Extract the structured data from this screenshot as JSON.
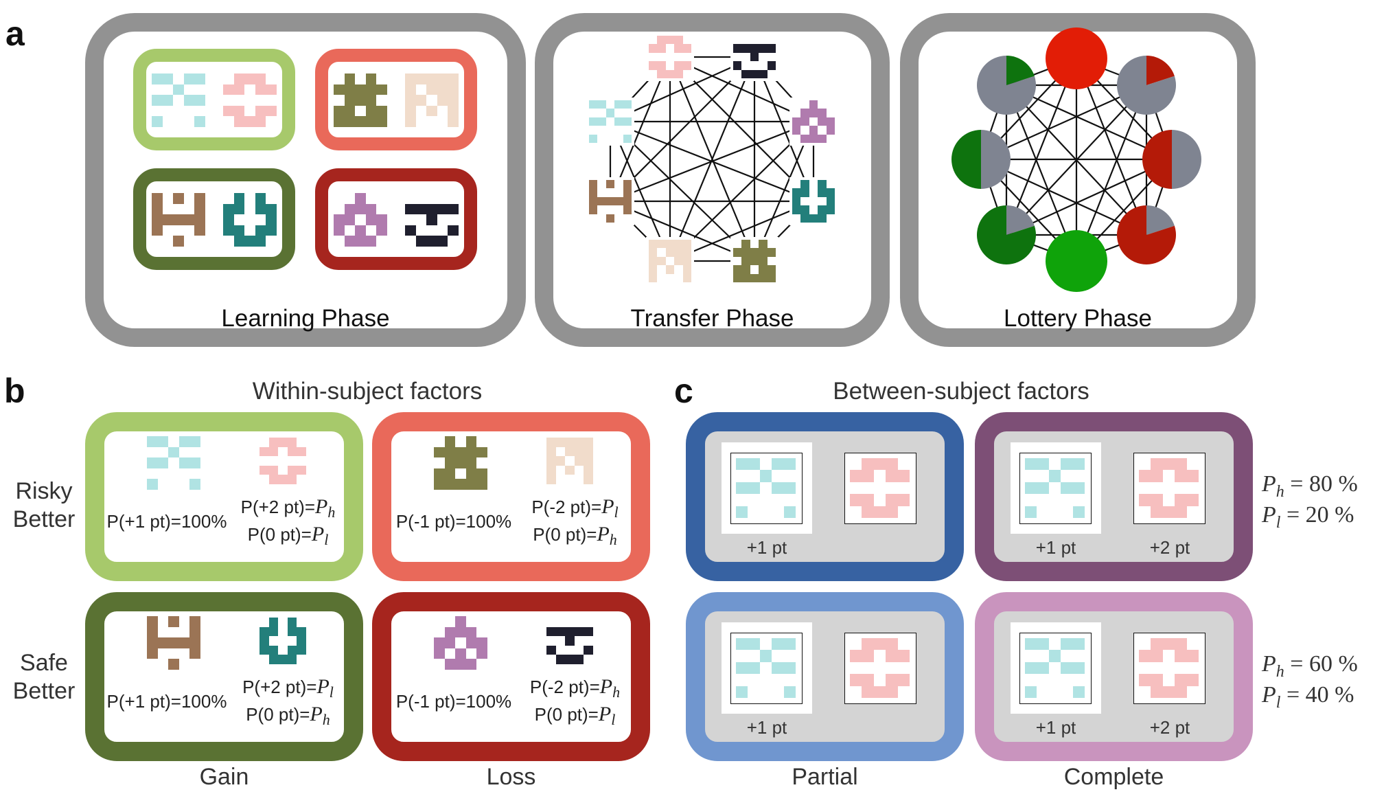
{
  "panel_a": {
    "letter": "a",
    "learning": {
      "title": "Learning Phase",
      "pairs": [
        {
          "name": "risky-better-gain",
          "frame_color": "#a7c96b",
          "icons": [
            "cyan",
            "pink"
          ]
        },
        {
          "name": "risky-better-loss",
          "frame_color": "#e9695a",
          "icons": [
            "olive",
            "beige"
          ]
        },
        {
          "name": "safe-better-gain",
          "frame_color": "#5a7233",
          "icons": [
            "brown",
            "teal"
          ]
        },
        {
          "name": "safe-better-loss",
          "frame_color": "#a6251e",
          "icons": [
            "purple",
            "navy"
          ]
        }
      ]
    },
    "transfer": {
      "title": "Transfer Phase",
      "nodes": [
        "pink",
        "navy",
        "purple",
        "teal",
        "olive",
        "beige",
        "brown",
        "cyan"
      ],
      "fully_connected": true
    },
    "lottery": {
      "title": "Lottery Phase",
      "nodes": [
        {
          "position": "top",
          "color": "red",
          "win_or_loss_probability": 1.0
        },
        {
          "position": "top-right",
          "color": "red",
          "win_or_loss_probability": 0.2
        },
        {
          "position": "right",
          "color": "red",
          "win_or_loss_probability": 0.5
        },
        {
          "position": "bottom-right",
          "color": "red",
          "win_or_loss_probability": 0.8
        },
        {
          "position": "bottom",
          "color": "green",
          "win_or_loss_probability": 1.0
        },
        {
          "position": "bottom-left",
          "color": "green",
          "win_or_loss_probability": 0.8
        },
        {
          "position": "left",
          "color": "green",
          "win_or_loss_probability": 0.5
        },
        {
          "position": "top-left",
          "color": "green",
          "win_or_loss_probability": 0.2
        }
      ],
      "fully_connected": true
    }
  },
  "icons": {
    "cyan": {
      "color": "#b0e3e3",
      "grid": [
        "XX.XX",
        "..X..",
        "XX.XX",
        ".....",
        "X...X"
      ]
    },
    "pink": {
      "color": "#f7bfbf",
      "grid": [
        ".XXX.",
        "XX.XX",
        ".....",
        "XX.XX",
        ".XXX."
      ]
    },
    "olive": {
      "color": "#7f7e47",
      "grid": [
        ".X.X.",
        "XXXXX",
        ".XXX.",
        "XX.XX",
        "XXXXX"
      ]
    },
    "beige": {
      "color": "#f1dccb",
      "grid": [
        "XXXXX",
        "X.XXX",
        "XX.XX",
        "X.X.X",
        "X...X"
      ]
    },
    "brown": {
      "color": "#9b7455",
      "grid": [
        "X.X.X",
        "X...X",
        "XXXXX",
        "X...X",
        "..X.."
      ]
    },
    "teal": {
      "color": "#237f7b",
      "grid": [
        ".X.X.",
        "XX.XX",
        "X...X",
        "XX.XX",
        ".XXX."
      ]
    },
    "purple": {
      "color": "#b07bae",
      "grid": [
        "..X..",
        ".XXX.",
        "XX.XX",
        "X.X.X",
        ".XXX."
      ]
    },
    "navy": {
      "color": "#1f1f2e",
      "grid": [
        ".....",
        "XXXXX",
        "..X..",
        "X...X",
        ".XXX."
      ]
    }
  },
  "colors": {
    "phase_frame": "#929292",
    "lottery_red_full": "#e21d06",
    "lottery_red": "#b41a08",
    "lottery_green_full": "#0fa30a",
    "lottery_green": "#0e730e",
    "lottery_gray": "#7f8491"
  },
  "panel_b": {
    "letter": "b",
    "title": "Within-subject factors",
    "row_labels": [
      "Risky\nBetter",
      "Safe\nBetter"
    ],
    "col_labels": [
      "Gain",
      "Loss"
    ],
    "cells": [
      {
        "row": "Risky Better",
        "col": "Gain",
        "frame_color": "#a7c96b",
        "left_icon": "cyan",
        "right_icon": "pink",
        "left_text": "P(+1 pt)=100%",
        "right_line1": {
          "prefix": "P(+2 pt)=",
          "var": "P",
          "sub": "h"
        },
        "right_line2": {
          "prefix": "P(0 pt)=",
          "var": "P",
          "sub": "l"
        }
      },
      {
        "row": "Risky Better",
        "col": "Loss",
        "frame_color": "#e9695a",
        "left_icon": "olive",
        "right_icon": "beige",
        "left_text": "P(-1 pt)=100%",
        "right_line1": {
          "prefix": "P(-2 pt)=",
          "var": "P",
          "sub": "l"
        },
        "right_line2": {
          "prefix": "P(0 pt)=",
          "var": "P",
          "sub": "h"
        }
      },
      {
        "row": "Safe Better",
        "col": "Gain",
        "frame_color": "#5a7233",
        "left_icon": "brown",
        "right_icon": "teal",
        "left_text": "P(+1 pt)=100%",
        "right_line1": {
          "prefix": "P(+2 pt)=",
          "var": "P",
          "sub": "l"
        },
        "right_line2": {
          "prefix": "P(0 pt)=",
          "var": "P",
          "sub": "h"
        }
      },
      {
        "row": "Safe Better",
        "col": "Loss",
        "frame_color": "#a6251e",
        "left_icon": "purple",
        "right_icon": "navy",
        "left_text": "P(-1 pt)=100%",
        "right_line1": {
          "prefix": "P(-2 pt)=",
          "var": "P",
          "sub": "h"
        },
        "right_line2": {
          "prefix": "P(0 pt)=",
          "var": "P",
          "sub": "l"
        }
      }
    ]
  },
  "panel_c": {
    "letter": "c",
    "title": "Between-subject factors",
    "col_labels": [
      "Partial",
      "Complete"
    ],
    "cells": [
      {
        "col": "Partial",
        "row": 0,
        "frame_color": "#3762a2",
        "left_pts": "+1 pt",
        "right_pts": ""
      },
      {
        "col": "Complete",
        "row": 0,
        "frame_color": "#7d4f76",
        "left_pts": "+1 pt",
        "right_pts": "+2 pt"
      },
      {
        "col": "Partial",
        "row": 1,
        "frame_color": "#7096cf",
        "left_pts": "+1 pt",
        "right_pts": ""
      },
      {
        "col": "Complete",
        "row": 1,
        "frame_color": "#c994be",
        "left_pts": "+1 pt",
        "right_pts": "+2 pt"
      }
    ],
    "card_icons": [
      "cyan",
      "pink"
    ],
    "probabilities": [
      {
        "ph_label": "P",
        "ph_sub": "h",
        "ph_value": "= 80 %",
        "pl_label": "P",
        "pl_sub": "l",
        "pl_value": "= 20 %"
      },
      {
        "ph_label": "P",
        "ph_sub": "h",
        "ph_value": "= 60 %",
        "pl_label": "P",
        "pl_sub": "l",
        "pl_value": "= 40 %"
      }
    ]
  }
}
